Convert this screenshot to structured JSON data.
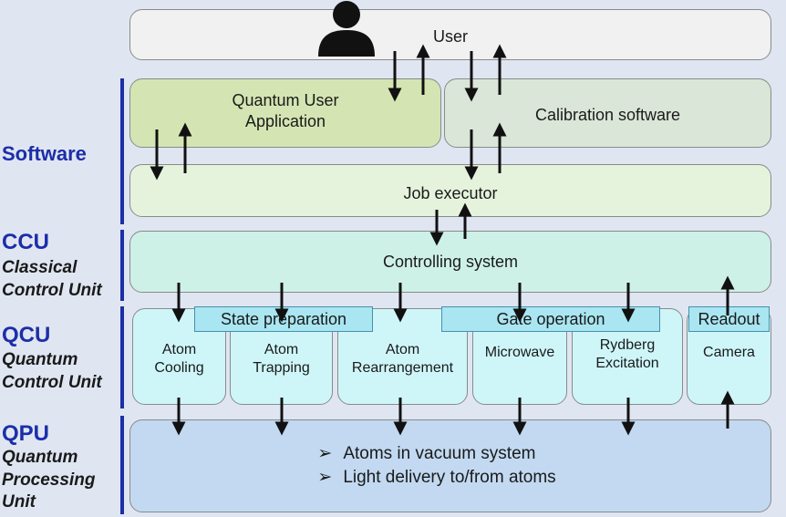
{
  "user": {
    "label": "User"
  },
  "software": {
    "side_label": "Software",
    "quantum_user_application": "Quantum User Application",
    "calibration_software": "Calibration software",
    "job_executor": "Job executor"
  },
  "ccu": {
    "side_label": "CCU",
    "side_sublabel": "Classical Control Unit",
    "controlling_system": "Controlling system"
  },
  "qcu": {
    "side_label": "QCU",
    "side_sublabel": "Quantum Control Unit",
    "group_labels": {
      "state_preparation": "State preparation",
      "gate_operation": "Gate operation",
      "readout": "Readout"
    },
    "modules": [
      {
        "name": "atom-cooling",
        "label": "Atom Cooling"
      },
      {
        "name": "atom-trapping",
        "label": "Atom Trapping"
      },
      {
        "name": "atom-rearrangement",
        "label": "Atom Rearrangement"
      },
      {
        "name": "microwave",
        "label": "Microwave"
      },
      {
        "name": "rydberg-excitation",
        "label": "Rydberg Excitation"
      },
      {
        "name": "camera",
        "label": "Camera"
      }
    ]
  },
  "qpu": {
    "side_label": "QPU",
    "side_sublabel": "Quantum Processing Unit",
    "bullet_symbol": "➢",
    "items": [
      "Atoms in vacuum system",
      "Light delivery to/from atoms"
    ]
  },
  "colors": {
    "user_box": "#f1f1f1",
    "quantum_user_app": "#d4e5b3",
    "calibration": "#dae6d7",
    "job_executor": "#e6f3dc",
    "controlling_system": "#cdf1e7",
    "qcu_module": "#cef6f9",
    "qpu_box": "#c2d9f1",
    "side_labels": "#1c2ea8"
  },
  "icons": [
    "user-icon"
  ]
}
